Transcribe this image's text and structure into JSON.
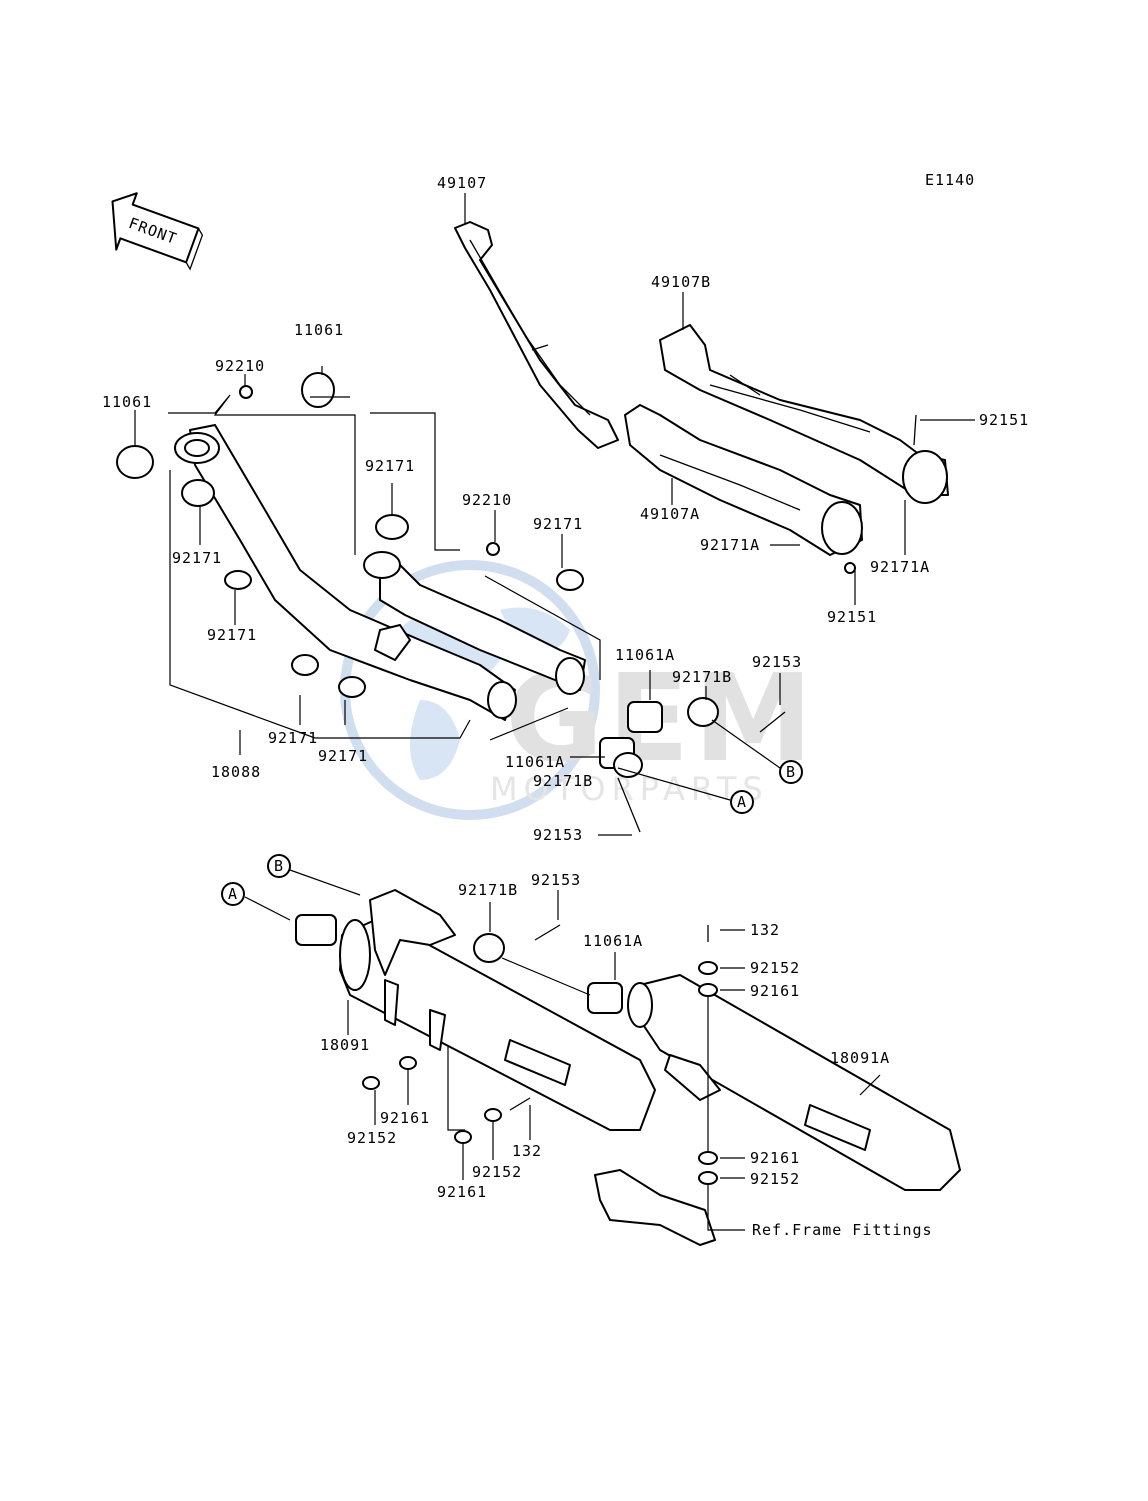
{
  "diagram": {
    "code": "E1140",
    "front_label": "FRONT",
    "watermark": {
      "logo": "GEM",
      "sub": "MOTORPARTS"
    },
    "refs": {
      "a": "A",
      "b": "B"
    },
    "parts": {
      "p49107": "49107",
      "p49107b": "49107B",
      "p49107a": "49107A",
      "p92151_a": "92151",
      "p92151_b": "92151",
      "p92171a_a": "92171A",
      "p92171a_b": "92171A",
      "p92210_a": "92210",
      "p92210_b": "92210",
      "p11061_a": "11061",
      "p11061_b": "11061",
      "p92171_a": "92171",
      "p92171_b": "92171",
      "p92171_c": "92171",
      "p92171_d": "92171",
      "p92171_e": "92171",
      "p92171_f": "92171",
      "p18088": "18088",
      "p11061a_a": "11061A",
      "p11061a_b": "11061A",
      "p11061a_c": "11061A",
      "p92171b_a": "92171B",
      "p92171b_b": "92171B",
      "p92171b_c": "92171B",
      "p92153_a": "92153",
      "p92153_b": "92153",
      "p92153_c": "92153",
      "p132_a": "132",
      "p132_b": "132",
      "p92152_a": "92152",
      "p92152_b": "92152",
      "p92152_c": "92152",
      "p92152_d": "92152",
      "p92161_a": "92161",
      "p92161_b": "92161",
      "p92161_c": "92161",
      "p92161_d": "92161",
      "p18091": "18091",
      "p18091a": "18091A",
      "ref_frame": "Ref.Frame Fittings"
    }
  }
}
